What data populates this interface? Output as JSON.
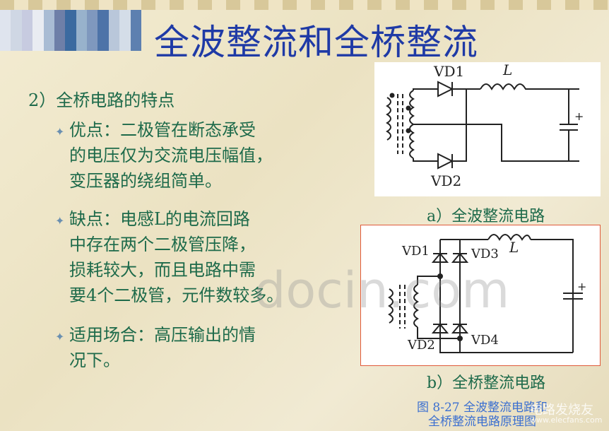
{
  "title": "全波整流和全桥整流",
  "heading": "2）全桥电路的特点",
  "bullets": [
    {
      "icon": "diamond-bullet-icon",
      "lines": [
        "优点：二极管在断态承受",
        "的电压仅为交流电压幅值，",
        "变压器的绕组简单。"
      ]
    },
    {
      "icon": "diamond-bullet-icon",
      "lines": [
        "缺点：电感L的电流回路",
        "中存在两个二极管压降，",
        "损耗较大，而且电路中需",
        "要4个二极管，元件数较多。"
      ]
    },
    {
      "icon": "diamond-bullet-icon",
      "lines": [
        "适用场合：高压输出的情",
        "况下。"
      ]
    }
  ],
  "diagram_a": {
    "labels": {
      "vd1": "VD1",
      "vd2": "VD2",
      "l": "L",
      "plus": "+"
    },
    "caption": "a）全波整流电路"
  },
  "diagram_b": {
    "labels": {
      "vd1": "VD1",
      "vd2": "VD2",
      "vd3": "VD3",
      "vd4": "VD4",
      "l": "L",
      "plus": "+"
    },
    "caption": "b）全桥整流电路",
    "highlight_color": "#e05a3a"
  },
  "figure_caption": [
    "图 8-27  全波整流电路和",
    "全桥整流电路原理图"
  ],
  "watermarks": [
    "docin.com",
    "电路发烧友",
    "www.elecfans.com"
  ],
  "colors": {
    "title": "#1f3aa6",
    "text": "#1d6a4a",
    "caption": "#3b6fd0"
  }
}
